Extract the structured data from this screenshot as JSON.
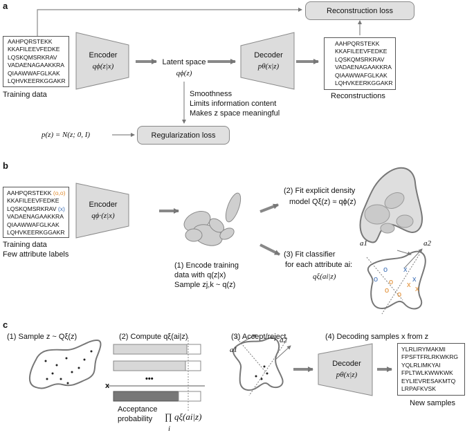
{
  "panel_a": {
    "label": "a",
    "training_sequences": [
      "AAHPQRSTEKK",
      "KKAFILEEVFEDKE",
      "LQSKQMSRKRAV",
      "VADAENAGAAKKRA",
      "QIAAWWAFGLKAK",
      "LQHVKEERKGGAKR"
    ],
    "training_label": "Training data",
    "encoder_title": "Encoder",
    "encoder_formula": "qϕ(z|x)",
    "latent_title": "Latent space",
    "latent_formula": "qϕ(z)",
    "decoder_title": "Decoder",
    "decoder_formula": "pθ(x|z)",
    "reconstruction_sequences": [
      "AAHPQRSTEKK",
      "KKAFILEEVFEDKE",
      "LQSKQMSRKRAV",
      "VADAENAGAAKKRA",
      "QIAAWWAFGLKAK",
      "LQHVKEERKGGAKR"
    ],
    "reconstructions_label": "Reconstructions",
    "reconstruction_loss": "Reconstruction loss",
    "regularization_loss": "Regularization loss",
    "prior_formula": "p(z) = N(z; 0, I)",
    "notes": [
      "Smoothness",
      "Limits information content",
      "Makes z space meaningful"
    ]
  },
  "panel_b": {
    "label": "b",
    "training_sequences": [
      "AAHPQRSTEKK",
      "KKAFILEEVFEDKE",
      "LQSKQMSRKRAV",
      "VADAENAGAAKKRA",
      "QIAAWWAFGLKAK",
      "LQHVKEERKGGAKR"
    ],
    "attribute_marks": [
      "(o,o)",
      "(x)"
    ],
    "training_label_1": "Training data",
    "training_label_2": "Few attribute labels",
    "encoder_title": "Encoder",
    "encoder_formula": "qϕ·(z|x)",
    "step1_line1": "(1) Encode training",
    "step1_line2": "data with q(z|x)",
    "step1_line3": "Sample zj,k ~ q(z)",
    "step2_line1": "(2) Fit explicit density",
    "step2_line2": "model Qξ(z) ≈ qϕ(z)",
    "step3_line1": "(3) Fit classifier",
    "step3_line2": "for each attribute ai:",
    "step3_line3": "qξ(ai|z)",
    "axis_a1": "a1",
    "axis_a2": "a2"
  },
  "panel_c": {
    "label": "c",
    "step1": "(1) Sample z ~ Qξ(z)",
    "step2": "(2) Compute qξ(ai|z)",
    "step3": "(3) Accept/reject",
    "step4": "(4) Decoding samples x from z",
    "x_label": "x",
    "dots": "•••",
    "acceptance_line1": "Acceptance",
    "acceptance_line2": "probability",
    "product_formula": "∏ qξ(ai|z)",
    "product_index": "i",
    "axis_a1": "a1",
    "axis_a2": "a2",
    "decoder_title": "Decoder",
    "decoder_formula": "pθ(x|z)",
    "new_sequences": [
      "YLRLIRYMAKMI",
      "FPSFTFRLRKWKRG",
      "YQLRLIMKYAI",
      "FPLTWLKWWKWK",
      "EYLIEVRESAKMTQ",
      "LRPAFKVSK"
    ],
    "new_samples_label": "New samples"
  }
}
